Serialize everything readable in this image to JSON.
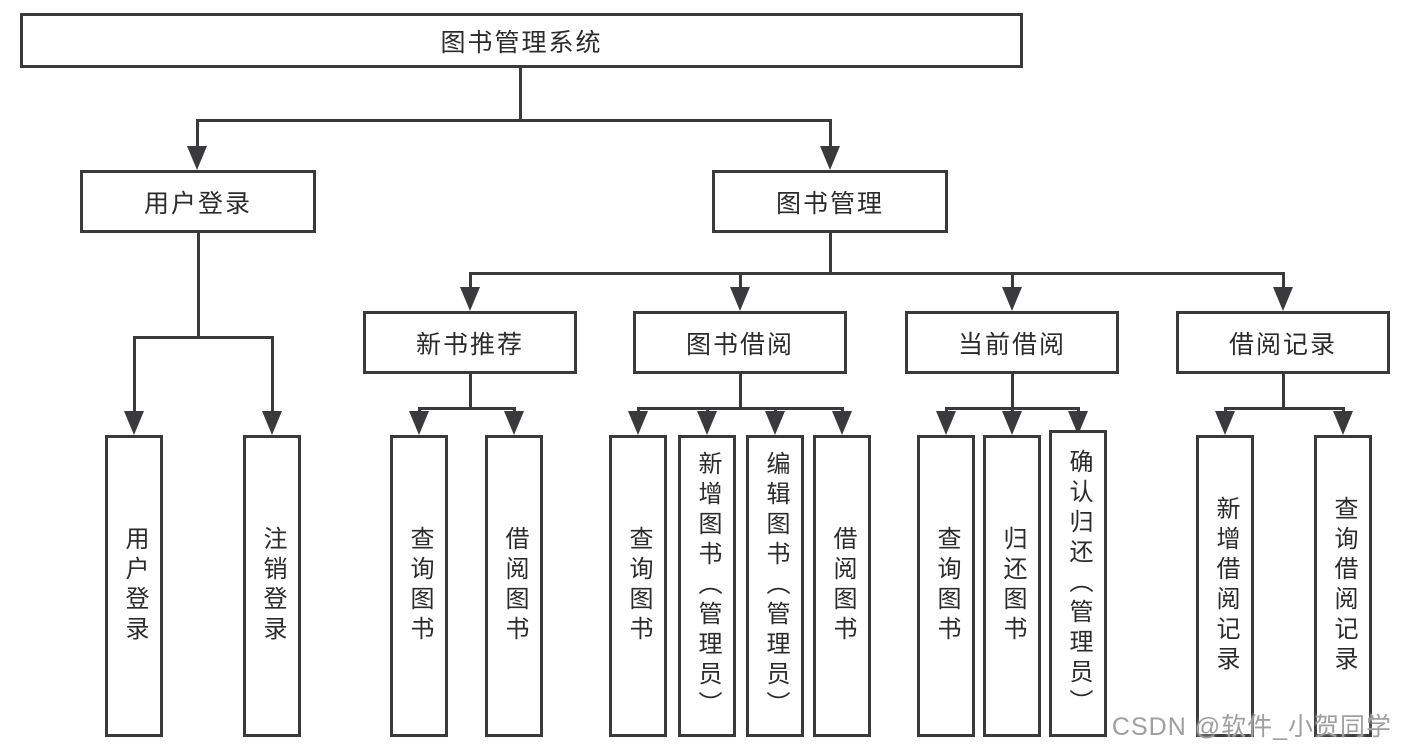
{
  "tree": {
    "root": {
      "label": "图书管理系统"
    },
    "user_login": {
      "label": "用户登录",
      "children": [
        {
          "label": "用户登录"
        },
        {
          "label": "注销登录"
        }
      ]
    },
    "book_mgmt": {
      "label": "图书管理",
      "children": [
        {
          "label": "新书推荐",
          "children": [
            {
              "label": "查询图书"
            },
            {
              "label": "借阅图书"
            }
          ]
        },
        {
          "label": "图书借阅",
          "children": [
            {
              "label": "查询图书"
            },
            {
              "label": "新增图书（管理员）"
            },
            {
              "label": "编辑图书（管理员）"
            },
            {
              "label": "借阅图书"
            }
          ]
        },
        {
          "label": "当前借阅",
          "children": [
            {
              "label": "查询图书"
            },
            {
              "label": "归还图书"
            },
            {
              "label": "确认归还（管理员）"
            }
          ]
        },
        {
          "label": "借阅记录",
          "children": [
            {
              "label": "新增借阅记录"
            },
            {
              "label": "查询借阅记录"
            }
          ]
        }
      ]
    }
  },
  "watermark": {
    "text": "CSDN @软件_小贺同学"
  },
  "colors": {
    "line": "#3a3a3c",
    "text": "#2b2b2d",
    "watermark": "#9f9f9f",
    "background": "#ffffff"
  }
}
